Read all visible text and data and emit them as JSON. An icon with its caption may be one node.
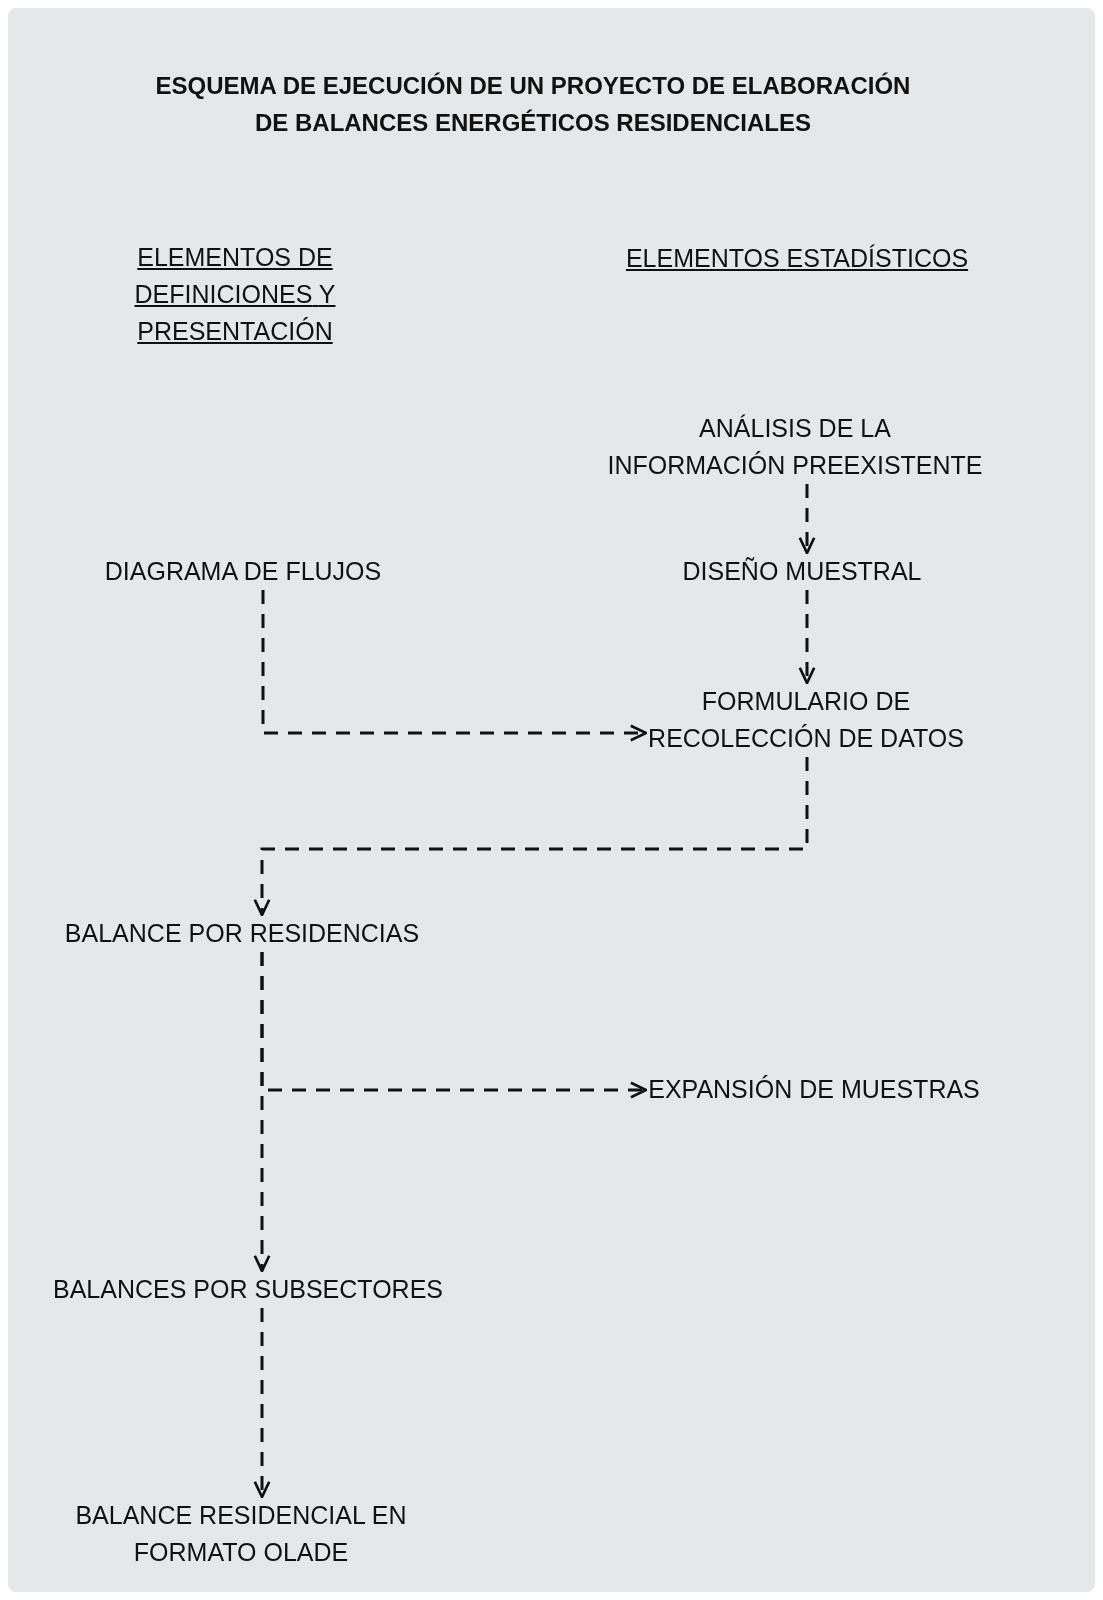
{
  "diagram": {
    "title": "ESQUEMA DE EJECUCIÓN DE UN PROYECTO DE ELABORACIÓN DE BALANCES ENERGÉTICOS RESIDENCIALES",
    "nodes": [
      {
        "text": [
          "ANÁLISIS DE LA INFORMACIÓN PREEXISTENTE"
        ]
      },
      {
        "text": [
          "DIAGRAMA DE FLUJOS"
        ]
      },
      {
        "text": [
          "DISEÑO MUESTRAL"
        ]
      },
      {
        "text": [
          "FORMULARIO DE RECOLECCIÓN DE DATOS"
        ]
      },
      {
        "text": [
          "BALANCE POR RESIDENCIAS"
        ]
      },
      {
        "text": [
          "EXPANSIÓN DE MUESTRAS"
        ]
      },
      {
        "text": [
          "BALANCES POR SUBSECTORES"
        ]
      },
      {
        "text": [
          "BALANCE RESIDENCIAL EN FORMATO OLADE"
        ]
      }
    ],
    "edges": [
      {
        "from": 0,
        "to": 2,
        "arrow": "to",
        "style": "dashed"
      },
      {
        "from": 2,
        "to": 3,
        "arrow": "to",
        "style": "dashed"
      },
      {
        "from": 1,
        "to": 3,
        "arrow": "to",
        "style": "dashed"
      },
      {
        "from": 3,
        "to": 4,
        "arrow": "to",
        "style": "dashed"
      },
      {
        "from": 4,
        "to": 5,
        "arrow": "to",
        "style": "dashed"
      },
      {
        "from": 4,
        "to": 6,
        "arrow": "to",
        "style": "dashed"
      },
      {
        "from": 6,
        "to": 7,
        "arrow": "to",
        "style": "dashed"
      }
    ],
    "labels": [
      "ELEMENTOS DE DEFINICIONES Y PRESENTACIÓN",
      "ELEMENTOS ESTADÍSTICOS"
    ]
  }
}
